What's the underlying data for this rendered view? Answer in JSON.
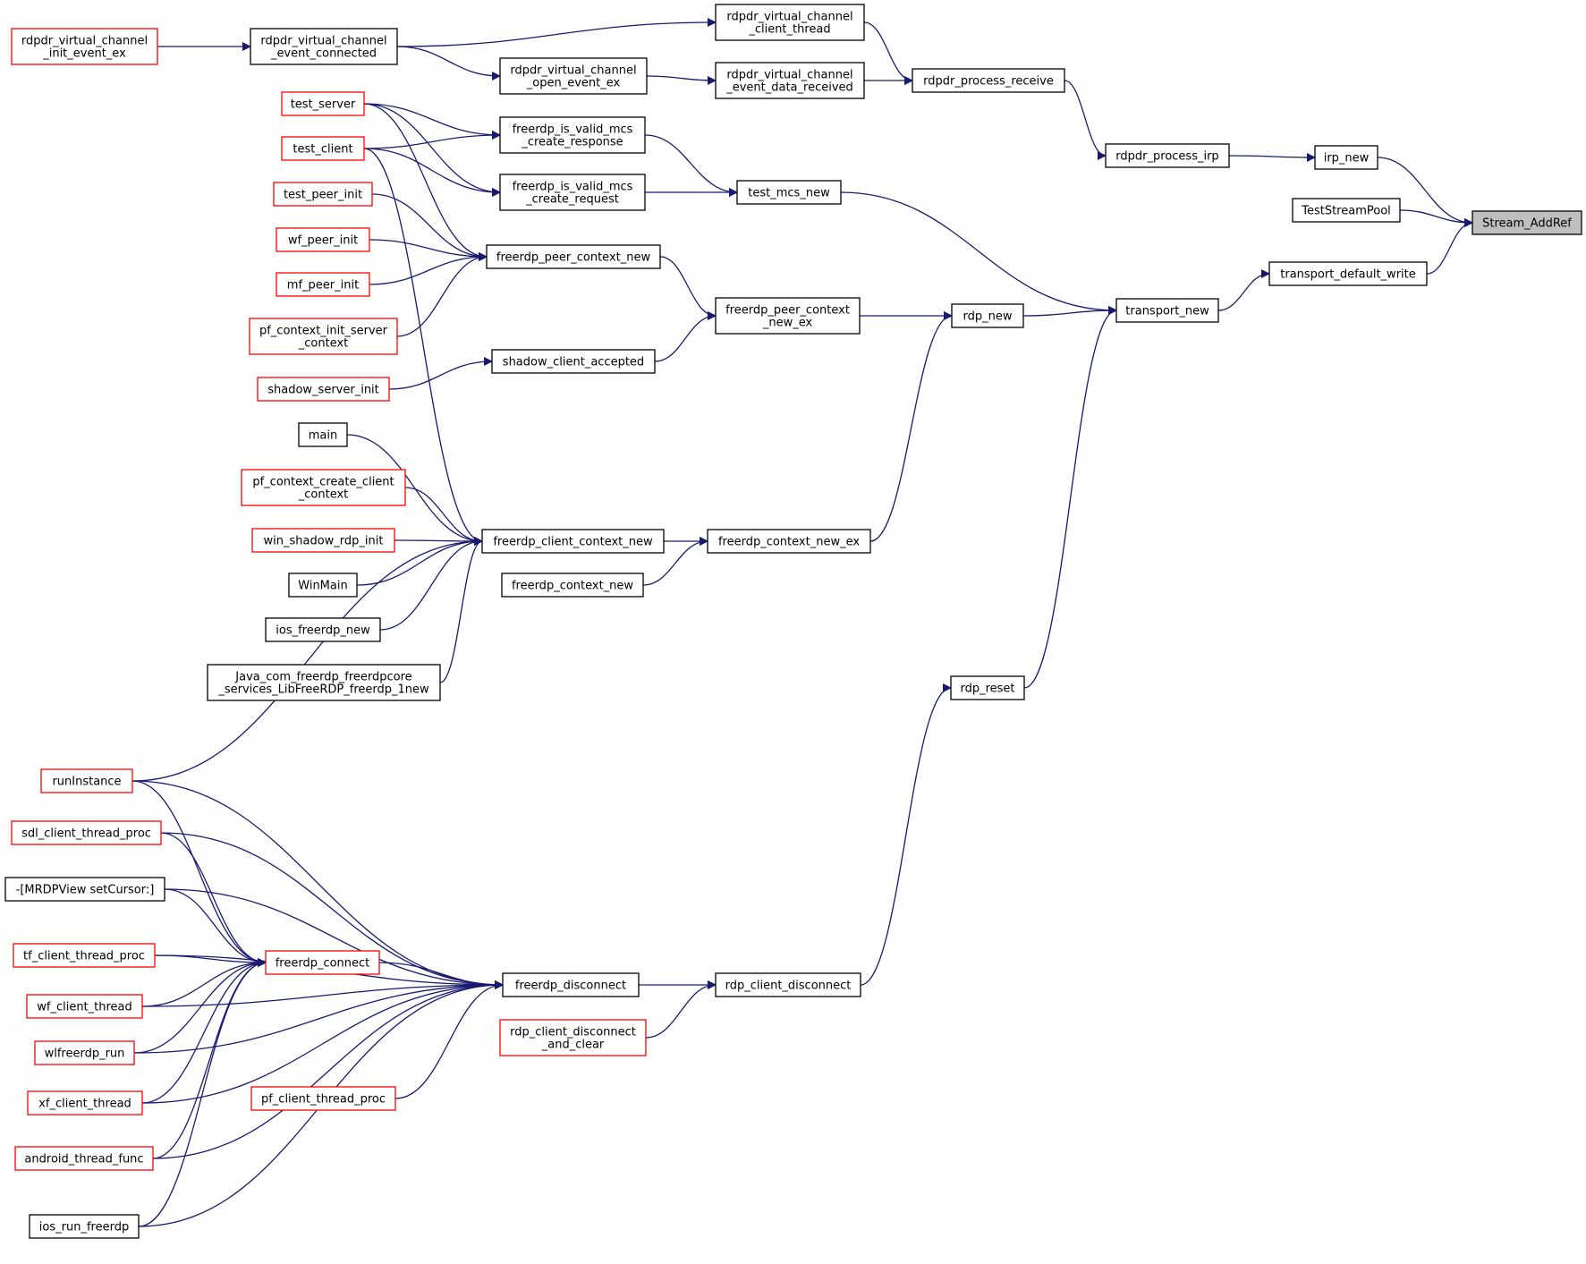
{
  "diagram": {
    "colors": {
      "edge": "#191970",
      "border_default": "#000000",
      "border_highlight": "#ff0000",
      "fill_default": "#ffffff",
      "fill_root": "#bfbfbf"
    },
    "nodes": [
      {
        "id": "stream_addref",
        "lines": [
          "Stream_AddRef"
        ],
        "border": "black",
        "root": true
      },
      {
        "id": "irp_new",
        "lines": [
          "irp_new"
        ],
        "border": "black"
      },
      {
        "id": "teststreampool",
        "lines": [
          "TestStreamPool"
        ],
        "border": "black"
      },
      {
        "id": "transport_default_write",
        "lines": [
          "transport_default_write"
        ],
        "border": "black"
      },
      {
        "id": "rdpdr_process_irp",
        "lines": [
          "rdpdr_process_irp"
        ],
        "border": "black"
      },
      {
        "id": "transport_new",
        "lines": [
          "transport_new"
        ],
        "border": "black"
      },
      {
        "id": "rdpdr_process_receive",
        "lines": [
          "rdpdr_process_receive"
        ],
        "border": "black"
      },
      {
        "id": "test_mcs_new",
        "lines": [
          "test_mcs_new"
        ],
        "border": "black"
      },
      {
        "id": "rdp_new",
        "lines": [
          "rdp_new"
        ],
        "border": "black"
      },
      {
        "id": "rdp_reset",
        "lines": [
          "rdp_reset"
        ],
        "border": "black"
      },
      {
        "id": "rdpdr_vc_client_thread",
        "lines": [
          "rdpdr_virtual_channel",
          "_client_thread"
        ],
        "border": "black"
      },
      {
        "id": "rdpdr_vc_event_data_received",
        "lines": [
          "rdpdr_virtual_channel",
          "_event_data_received"
        ],
        "border": "black"
      },
      {
        "id": "freerdp_peer_context_new_ex",
        "lines": [
          "freerdp_peer_context",
          "_new_ex"
        ],
        "border": "black"
      },
      {
        "id": "freerdp_context_new_ex",
        "lines": [
          "freerdp_context_new_ex"
        ],
        "border": "black"
      },
      {
        "id": "rdp_client_disconnect",
        "lines": [
          "rdp_client_disconnect"
        ],
        "border": "black"
      },
      {
        "id": "rdpdr_vc_event_connected",
        "lines": [
          "rdpdr_virtual_channel",
          "_event_connected"
        ],
        "border": "black"
      },
      {
        "id": "rdpdr_vc_open_event_ex",
        "lines": [
          "rdpdr_virtual_channel",
          "_open_event_ex"
        ],
        "border": "black"
      },
      {
        "id": "freerdp_is_valid_mcs_create_response",
        "lines": [
          "freerdp_is_valid_mcs",
          "_create_response"
        ],
        "border": "black"
      },
      {
        "id": "freerdp_is_valid_mcs_create_request",
        "lines": [
          "freerdp_is_valid_mcs",
          "_create_request"
        ],
        "border": "black"
      },
      {
        "id": "freerdp_peer_context_new",
        "lines": [
          "freerdp_peer_context_new"
        ],
        "border": "black"
      },
      {
        "id": "shadow_client_accepted",
        "lines": [
          "shadow_client_accepted"
        ],
        "border": "black"
      },
      {
        "id": "freerdp_client_context_new",
        "lines": [
          "freerdp_client_context_new"
        ],
        "border": "black"
      },
      {
        "id": "freerdp_context_new",
        "lines": [
          "freerdp_context_new"
        ],
        "border": "black"
      },
      {
        "id": "freerdp_disconnect",
        "lines": [
          "freerdp_disconnect"
        ],
        "border": "black"
      },
      {
        "id": "rdp_client_disconnect_and_clear",
        "lines": [
          "rdp_client_disconnect",
          "_and_clear"
        ],
        "border": "red"
      },
      {
        "id": "rdpdr_vc_init_event_ex",
        "lines": [
          "rdpdr_virtual_channel",
          "_init_event_ex"
        ],
        "border": "red"
      },
      {
        "id": "test_server",
        "lines": [
          "test_server"
        ],
        "border": "red"
      },
      {
        "id": "test_client",
        "lines": [
          "test_client"
        ],
        "border": "red"
      },
      {
        "id": "test_peer_init",
        "lines": [
          "test_peer_init"
        ],
        "border": "red"
      },
      {
        "id": "wf_peer_init",
        "lines": [
          "wf_peer_init"
        ],
        "border": "red"
      },
      {
        "id": "mf_peer_init",
        "lines": [
          "mf_peer_init"
        ],
        "border": "red"
      },
      {
        "id": "pf_context_init_server_context",
        "lines": [
          "pf_context_init_server",
          "_context"
        ],
        "border": "red"
      },
      {
        "id": "shadow_server_init",
        "lines": [
          "shadow_server_init"
        ],
        "border": "red"
      },
      {
        "id": "main",
        "lines": [
          "main"
        ],
        "border": "black"
      },
      {
        "id": "pf_context_create_client_context",
        "lines": [
          "pf_context_create_client",
          "_context"
        ],
        "border": "red"
      },
      {
        "id": "win_shadow_rdp_init",
        "lines": [
          "win_shadow_rdp_init"
        ],
        "border": "red"
      },
      {
        "id": "winmain",
        "lines": [
          "WinMain"
        ],
        "border": "black"
      },
      {
        "id": "ios_freerdp_new",
        "lines": [
          "ios_freerdp_new"
        ],
        "border": "black"
      },
      {
        "id": "java_freerdp_new",
        "lines": [
          "Java_com_freerdp_freerdpcore",
          "_services_LibFreeRDP_freerdp_1new"
        ],
        "border": "black"
      },
      {
        "id": "runinstance",
        "lines": [
          "runInstance"
        ],
        "border": "red"
      },
      {
        "id": "sdl_client_thread_proc",
        "lines": [
          "sdl_client_thread_proc"
        ],
        "border": "red"
      },
      {
        "id": "mrdpview_setcursor",
        "lines": [
          "-[MRDPView setCursor:]"
        ],
        "border": "black"
      },
      {
        "id": "tf_client_thread_proc",
        "lines": [
          "tf_client_thread_proc"
        ],
        "border": "red"
      },
      {
        "id": "freerdp_connect",
        "lines": [
          "freerdp_connect"
        ],
        "border": "red"
      },
      {
        "id": "wf_client_thread",
        "lines": [
          "wf_client_thread"
        ],
        "border": "red"
      },
      {
        "id": "wlfreerdp_run",
        "lines": [
          "wlfreerdp_run"
        ],
        "border": "red"
      },
      {
        "id": "xf_client_thread",
        "lines": [
          "xf_client_thread"
        ],
        "border": "red"
      },
      {
        "id": "pf_client_thread_proc",
        "lines": [
          "pf_client_thread_proc"
        ],
        "border": "red"
      },
      {
        "id": "android_thread_func",
        "lines": [
          "android_thread_func"
        ],
        "border": "red"
      },
      {
        "id": "ios_run_freerdp",
        "lines": [
          "ios_run_freerdp"
        ],
        "border": "black"
      }
    ],
    "edges": [
      {
        "from": "irp_new",
        "to": "stream_addref"
      },
      {
        "from": "teststreampool",
        "to": "stream_addref"
      },
      {
        "from": "transport_default_write",
        "to": "stream_addref"
      },
      {
        "from": "rdpdr_process_irp",
        "to": "irp_new"
      },
      {
        "from": "transport_new",
        "to": "transport_default_write"
      },
      {
        "from": "rdpdr_process_receive",
        "to": "rdpdr_process_irp"
      },
      {
        "from": "test_mcs_new",
        "to": "transport_new"
      },
      {
        "from": "rdp_new",
        "to": "transport_new"
      },
      {
        "from": "rdp_reset",
        "to": "transport_new"
      },
      {
        "from": "rdpdr_vc_client_thread",
        "to": "rdpdr_process_receive"
      },
      {
        "from": "rdpdr_vc_event_data_received",
        "to": "rdpdr_process_receive"
      },
      {
        "from": "rdpdr_vc_event_connected",
        "to": "rdpdr_vc_client_thread"
      },
      {
        "from": "rdpdr_vc_open_event_ex",
        "to": "rdpdr_vc_event_data_received"
      },
      {
        "from": "rdpdr_vc_event_connected",
        "to": "rdpdr_vc_open_event_ex"
      },
      {
        "from": "rdpdr_vc_init_event_ex",
        "to": "rdpdr_vc_event_connected"
      },
      {
        "from": "freerdp_is_valid_mcs_create_response",
        "to": "test_mcs_new"
      },
      {
        "from": "freerdp_is_valid_mcs_create_request",
        "to": "test_mcs_new"
      },
      {
        "from": "test_server",
        "to": "freerdp_is_valid_mcs_create_response"
      },
      {
        "from": "test_client",
        "to": "freerdp_is_valid_mcs_create_response"
      },
      {
        "from": "test_server",
        "to": "freerdp_is_valid_mcs_create_request"
      },
      {
        "from": "test_client",
        "to": "freerdp_is_valid_mcs_create_request"
      },
      {
        "from": "freerdp_peer_context_new_ex",
        "to": "rdp_new"
      },
      {
        "from": "freerdp_context_new_ex",
        "to": "rdp_new"
      },
      {
        "from": "freerdp_peer_context_new",
        "to": "freerdp_peer_context_new_ex"
      },
      {
        "from": "shadow_client_accepted",
        "to": "freerdp_peer_context_new_ex"
      },
      {
        "from": "test_server",
        "to": "freerdp_peer_context_new"
      },
      {
        "from": "test_peer_init",
        "to": "freerdp_peer_context_new"
      },
      {
        "from": "wf_peer_init",
        "to": "freerdp_peer_context_new"
      },
      {
        "from": "mf_peer_init",
        "to": "freerdp_peer_context_new"
      },
      {
        "from": "pf_context_init_server_context",
        "to": "freerdp_peer_context_new"
      },
      {
        "from": "shadow_server_init",
        "to": "shadow_client_accepted"
      },
      {
        "from": "freerdp_client_context_new",
        "to": "freerdp_context_new_ex"
      },
      {
        "from": "freerdp_context_new",
        "to": "freerdp_context_new_ex"
      },
      {
        "from": "test_client",
        "to": "freerdp_client_context_new"
      },
      {
        "from": "main",
        "to": "freerdp_client_context_new"
      },
      {
        "from": "pf_context_create_client_context",
        "to": "freerdp_client_context_new"
      },
      {
        "from": "win_shadow_rdp_init",
        "to": "freerdp_client_context_new"
      },
      {
        "from": "winmain",
        "to": "freerdp_client_context_new"
      },
      {
        "from": "ios_freerdp_new",
        "to": "freerdp_client_context_new"
      },
      {
        "from": "java_freerdp_new",
        "to": "freerdp_client_context_new"
      },
      {
        "from": "runinstance",
        "to": "freerdp_client_context_new"
      },
      {
        "from": "rdp_client_disconnect",
        "to": "rdp_reset"
      },
      {
        "from": "freerdp_disconnect",
        "to": "rdp_client_disconnect"
      },
      {
        "from": "rdp_client_disconnect_and_clear",
        "to": "rdp_client_disconnect"
      },
      {
        "from": "freerdp_connect",
        "to": "freerdp_disconnect"
      },
      {
        "from": "runinstance",
        "to": "freerdp_disconnect"
      },
      {
        "from": "sdl_client_thread_proc",
        "to": "freerdp_disconnect"
      },
      {
        "from": "mrdpview_setcursor",
        "to": "freerdp_disconnect"
      },
      {
        "from": "tf_client_thread_proc",
        "to": "freerdp_disconnect"
      },
      {
        "from": "wf_client_thread",
        "to": "freerdp_disconnect"
      },
      {
        "from": "wlfreerdp_run",
        "to": "freerdp_disconnect"
      },
      {
        "from": "xf_client_thread",
        "to": "freerdp_disconnect"
      },
      {
        "from": "pf_client_thread_proc",
        "to": "freerdp_disconnect"
      },
      {
        "from": "android_thread_func",
        "to": "freerdp_disconnect"
      },
      {
        "from": "ios_run_freerdp",
        "to": "freerdp_disconnect"
      },
      {
        "from": "runinstance",
        "to": "freerdp_connect"
      },
      {
        "from": "sdl_client_thread_proc",
        "to": "freerdp_connect"
      },
      {
        "from": "mrdpview_setcursor",
        "to": "freerdp_connect"
      },
      {
        "from": "tf_client_thread_proc",
        "to": "freerdp_connect"
      },
      {
        "from": "wf_client_thread",
        "to": "freerdp_connect"
      },
      {
        "from": "wlfreerdp_run",
        "to": "freerdp_connect"
      },
      {
        "from": "xf_client_thread",
        "to": "freerdp_connect"
      },
      {
        "from": "android_thread_func",
        "to": "freerdp_connect"
      },
      {
        "from": "ios_run_freerdp",
        "to": "freerdp_connect"
      }
    ]
  }
}
